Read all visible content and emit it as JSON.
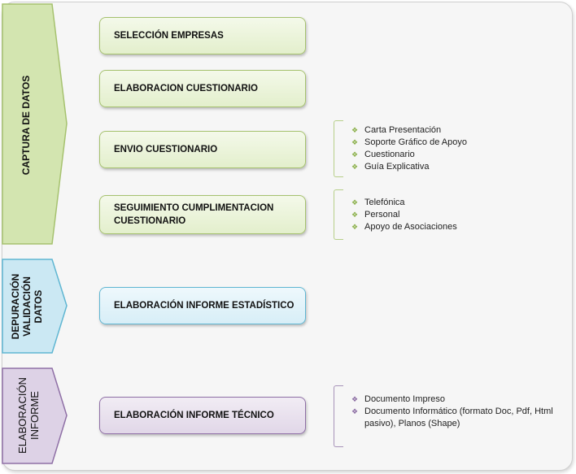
{
  "phases": [
    {
      "id": "captura",
      "label": "CAPTURA DE DATOS",
      "fill": "#d3e5b0",
      "stroke": "#a6c26f"
    },
    {
      "id": "depuracion",
      "label": "DEPURACIÓN VALIDACIÓN DATOS",
      "fill": "#cbe8f3",
      "stroke": "#5fb6d2"
    },
    {
      "id": "elaboracion",
      "label": "ELABORACIÓN INFORME",
      "fill": "#ddd2e6",
      "stroke": "#8f70a6"
    }
  ],
  "steps": [
    {
      "label": "SELECCIÓN EMPRESAS"
    },
    {
      "label": "ELABORACION CUESTIONARIO"
    },
    {
      "label": "ENVIO CUESTIONARIO"
    },
    {
      "label": "SEGUIMIENTO CUMPLIMENTACION CUESTIONARIO"
    },
    {
      "label": "ELABORACIÓN INFORME ESTADÍSTICO"
    },
    {
      "label": "ELABORACIÓN INFORME TÉCNICO"
    }
  ],
  "lists": {
    "envio": [
      "Carta Presentación",
      "Soporte Gráfico de Apoyo",
      "Cuestionario",
      "Guía Explicativa"
    ],
    "seguimiento": [
      "Telefónica",
      "Personal",
      "Apoyo de Asociaciones"
    ],
    "tecnico": [
      "Documento Impreso",
      "Documento Informático (formato Doc, Pdf, Html pasivo), Planos (Shape)"
    ]
  },
  "bullet_symbol": "❖"
}
